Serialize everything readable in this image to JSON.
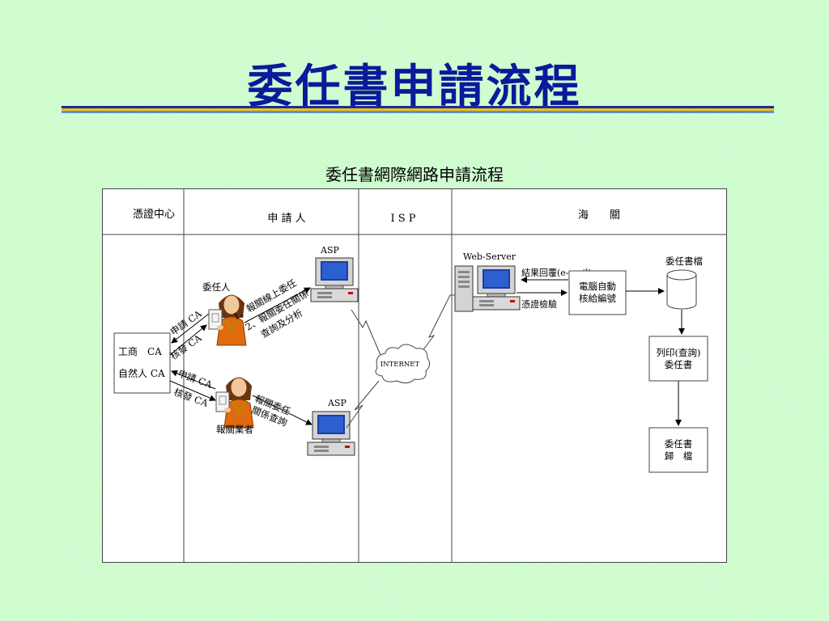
{
  "title": "委任書申請流程",
  "colors": {
    "background": "#ccfccc",
    "title": "#0a1a9a",
    "rule": [
      "#1a2aa8",
      "#f2c200",
      "#5a90d8"
    ],
    "person_shirt": "#e06a10"
  },
  "diagram": {
    "title": "委任書網際網路申請流程",
    "lanes": [
      "憑證中心",
      "申 請 人",
      "I S P",
      "海　　關"
    ],
    "ca_box": {
      "line1": "工商　CA",
      "line2": "自然人 CA"
    },
    "persons": {
      "top": "委任人",
      "bottom": "報關業者"
    },
    "arrow_labels": {
      "apply_top": "申請 CA",
      "issue_top": "核發 CA",
      "apply_bottom": "申請 CA",
      "issue_bottom": "核發 CA",
      "top_item1": "1、報關線上委任",
      "top_item2a": "2、報關委任關係",
      "top_item2b": "查詢及分析",
      "bottom_line1": "報關委任",
      "bottom_line2": "關係查詢"
    },
    "computers": {
      "asp": "ASP",
      "web_server": "Web-Server"
    },
    "internet": "INTERNET",
    "result_reply": "結果回覆(e-mail)",
    "cert_verify": "憑證檢驗",
    "auto_box": {
      "line1": "電腦自動",
      "line2": "核給編號"
    },
    "db_label": "委任書檔",
    "print_box": {
      "line1": "列印(查詢)",
      "line2": "委任書"
    },
    "archive_box": {
      "line1": "委任書",
      "line2": "歸　檔"
    }
  }
}
